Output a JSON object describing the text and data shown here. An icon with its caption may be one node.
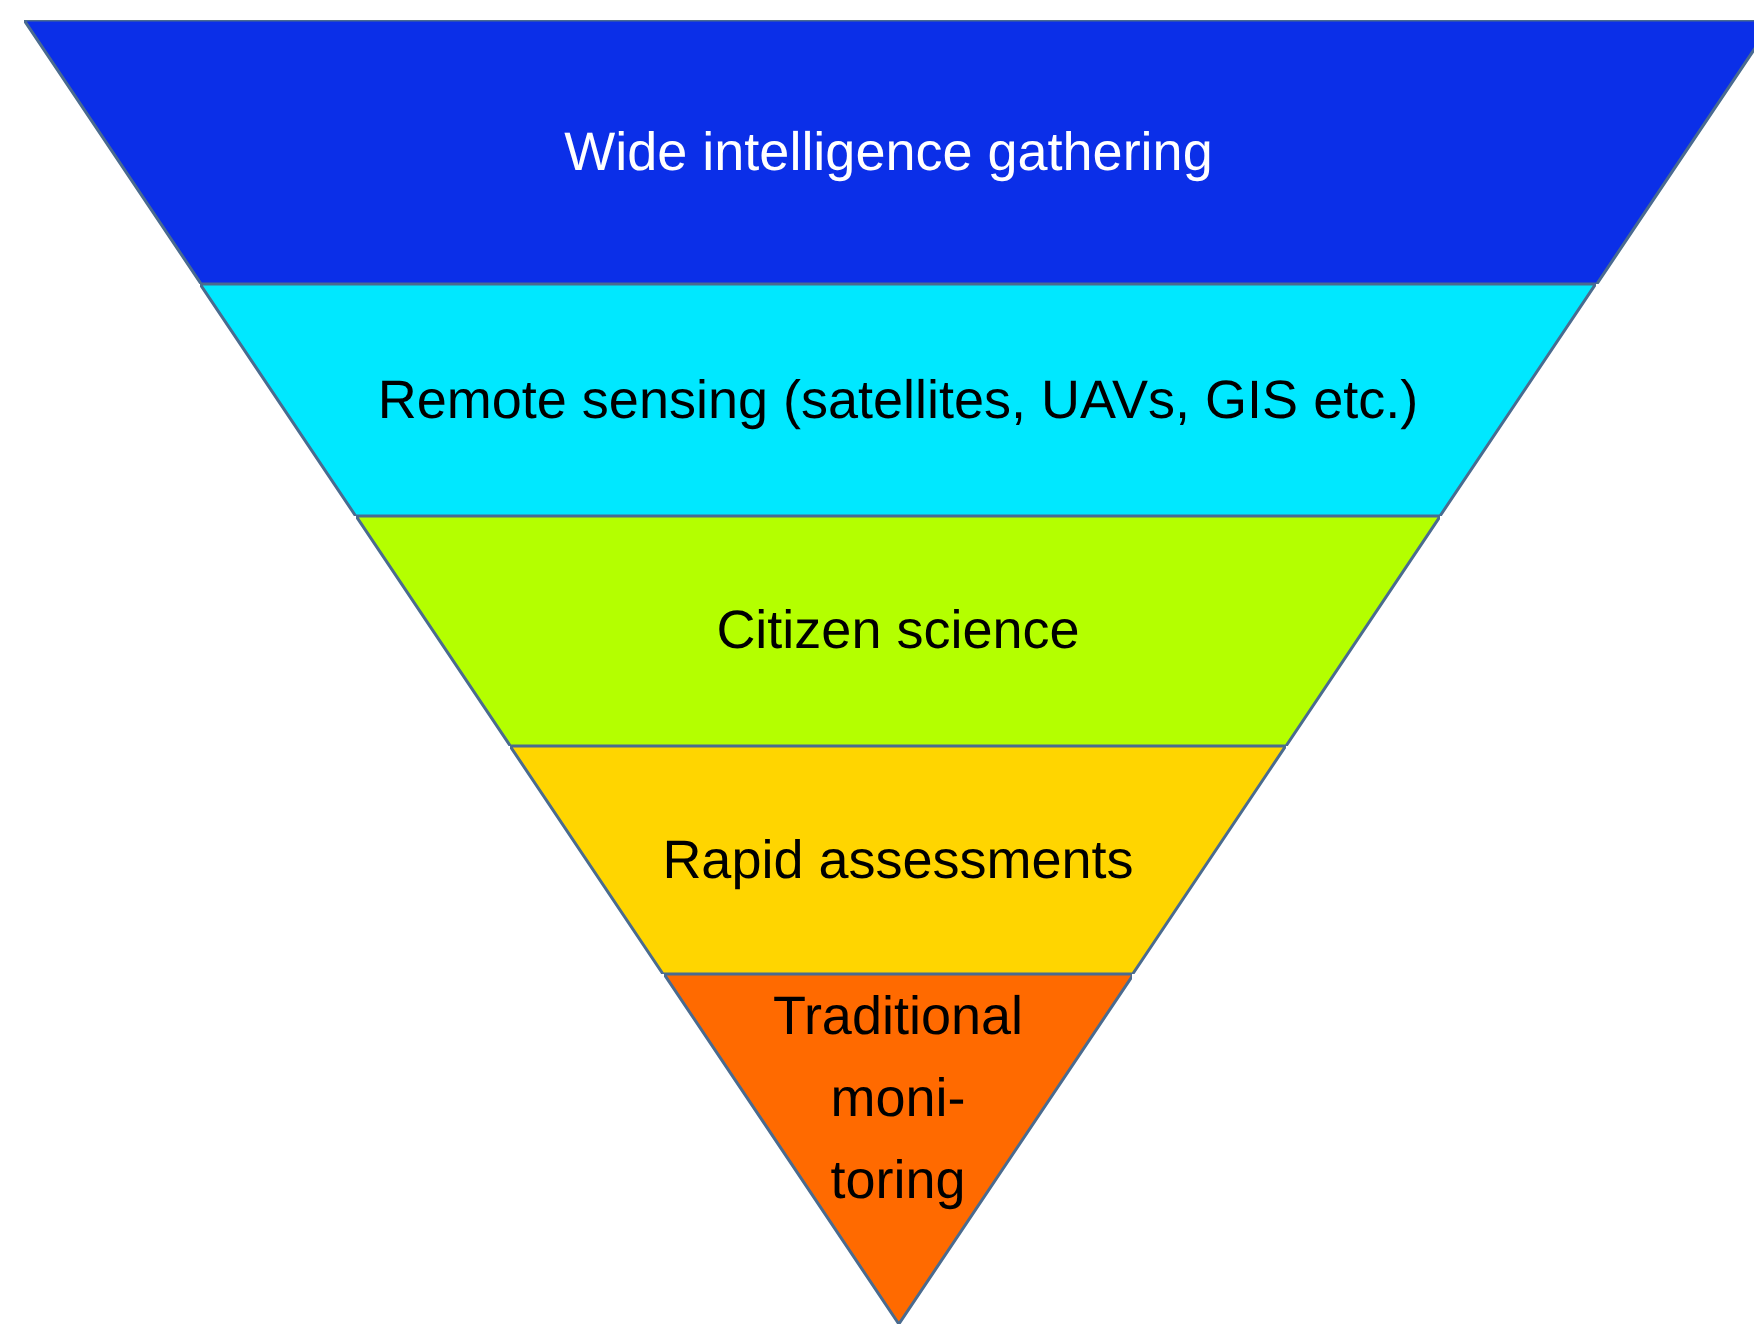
{
  "diagram": {
    "nodes": [
      {
        "text": [
          "Wide intelligence gathering"
        ]
      },
      {
        "text": [
          "Remote sensing (satellites, UAVs, GIS etc.)"
        ]
      },
      {
        "text": [
          "Citizen science"
        ]
      },
      {
        "text": [
          "Rapid assessments"
        ]
      },
      {
        "text": [
          "Traditional moni- toring"
        ]
      }
    ]
  }
}
